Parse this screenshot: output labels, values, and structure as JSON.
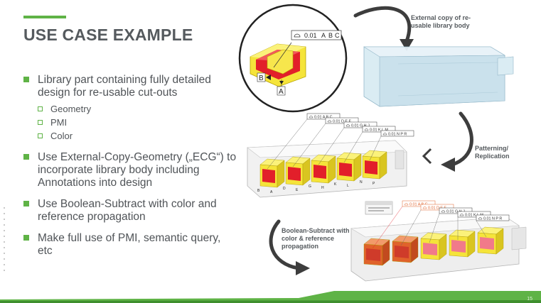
{
  "slide": {
    "title": "USE CASE EXAMPLE",
    "page_number": "15",
    "bullets": [
      {
        "text": "Library part containing fully detailed design for re-usable cut-outs",
        "subitems": [
          "Geometry",
          "PMI",
          "Color"
        ]
      },
      {
        "text": "Use External-Copy-Geometry („ECG“) to incorporate library body including Annotations into design"
      },
      {
        "text": "Use Boolean-Subtract with color and reference propagation"
      },
      {
        "text": "Make full use of PMI, semantic query, etc"
      }
    ]
  },
  "captions": {
    "external_copy": "External copy of re-usable library body",
    "patterning": "Patterning/ Replication",
    "boolean": "Boolean-Subtract with color & reference propagation"
  },
  "callout": {
    "tolerance": "0.01",
    "refs": [
      "A",
      "B",
      "C"
    ],
    "label_b": "B",
    "label_a": "A"
  },
  "pmi_tags_middle": [
    "0.01 A B C",
    "0.01 D E F",
    "0.01 G H J",
    "0.01 K L M",
    "0.01 N P R"
  ],
  "pmi_tags_bottom": [
    "0.01 A B C",
    "0.01 D E F",
    "0.01 G H J",
    "0.01 K L M",
    "0.01 N P R"
  ],
  "letters_middle": [
    "B",
    "A",
    "D",
    "E",
    "G",
    "H",
    "K",
    "L",
    "N",
    "P"
  ],
  "colors": {
    "accent_green": "#5fb346",
    "title_gray": "#555a5e",
    "block_yellow": "#f5e43a",
    "block_red": "#e21f2a",
    "body_blue": "#cfe4ee",
    "cut_orange": "#e0622b"
  }
}
